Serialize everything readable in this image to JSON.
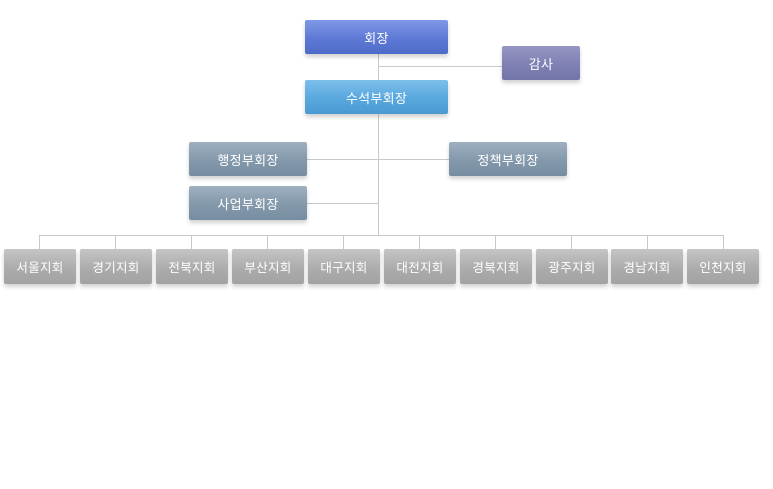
{
  "org": {
    "chairman": "회장",
    "auditor": "감사",
    "senior_vice_chairman": "수석부회장",
    "admin_vice_chairman": "행정부회장",
    "policy_vice_chairman": "정책부회장",
    "business_vice_chairman": "사업부회장",
    "branches": [
      "서울지회",
      "경기지회",
      "전북지회",
      "부산지회",
      "대구지회",
      "대전지회",
      "경북지회",
      "광주지회",
      "경남지회",
      "인천지회"
    ]
  },
  "colors": {
    "chairman": "#5d79d5",
    "auditor": "#7f80b3",
    "senior_vice_chairman": "#58a7dd",
    "vice_chairman": "#8398ab",
    "branch": "#acacac",
    "connector": "#c9c9c9"
  }
}
